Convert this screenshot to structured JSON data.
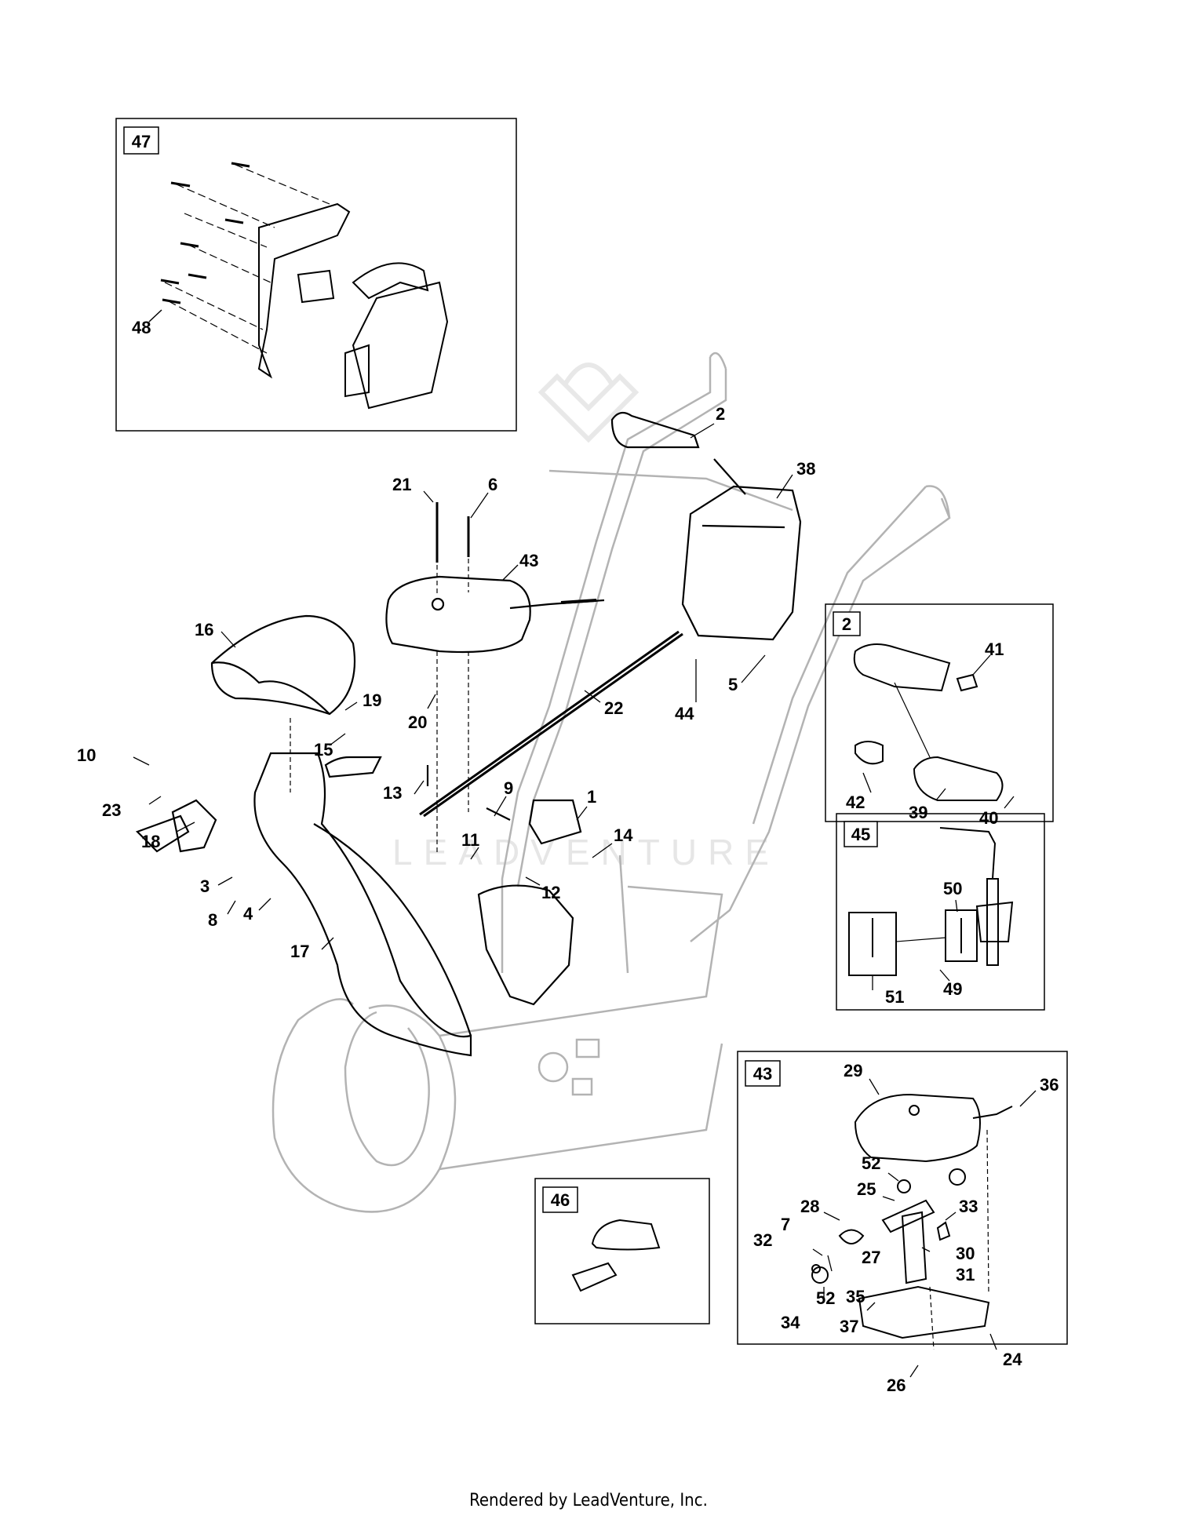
{
  "footer": "Rendered by LeadVenture, Inc.",
  "watermark": "LEADVENTURE",
  "insets": {
    "box47": "47",
    "box2": "2",
    "box45": "45",
    "box43": "43",
    "box46": "46"
  },
  "callouts": {
    "c48": "48",
    "c2a": "2",
    "c38": "38",
    "c21": "21",
    "c6": "6",
    "c43": "43",
    "c16": "16",
    "c19": "19",
    "c20": "20",
    "c15": "15",
    "c10": "10",
    "c23": "23",
    "c18": "18",
    "c22": "22",
    "c44": "44",
    "c5": "5",
    "c13": "13",
    "c9": "9",
    "c1": "1",
    "c14": "14",
    "c11": "11",
    "c12": "12",
    "c3": "3",
    "c8": "8",
    "c4": "4",
    "c17": "17",
    "c41": "41",
    "c42": "42",
    "c39": "39",
    "c40": "40",
    "c50": "50",
    "c51": "51",
    "c49": "49",
    "c29": "29",
    "c36": "36",
    "c52a": "52",
    "c25": "25",
    "c28": "28",
    "c33": "33",
    "c7": "7",
    "c32": "32",
    "c30": "30",
    "c27": "27",
    "c31": "31",
    "c35": "35",
    "c52b": "52",
    "c34": "34",
    "c37": "37",
    "c24": "24",
    "c26": "26"
  },
  "colors": {
    "line": "#000000",
    "ghost": "#b3b3b3",
    "watermark": "#e6e6e6"
  }
}
